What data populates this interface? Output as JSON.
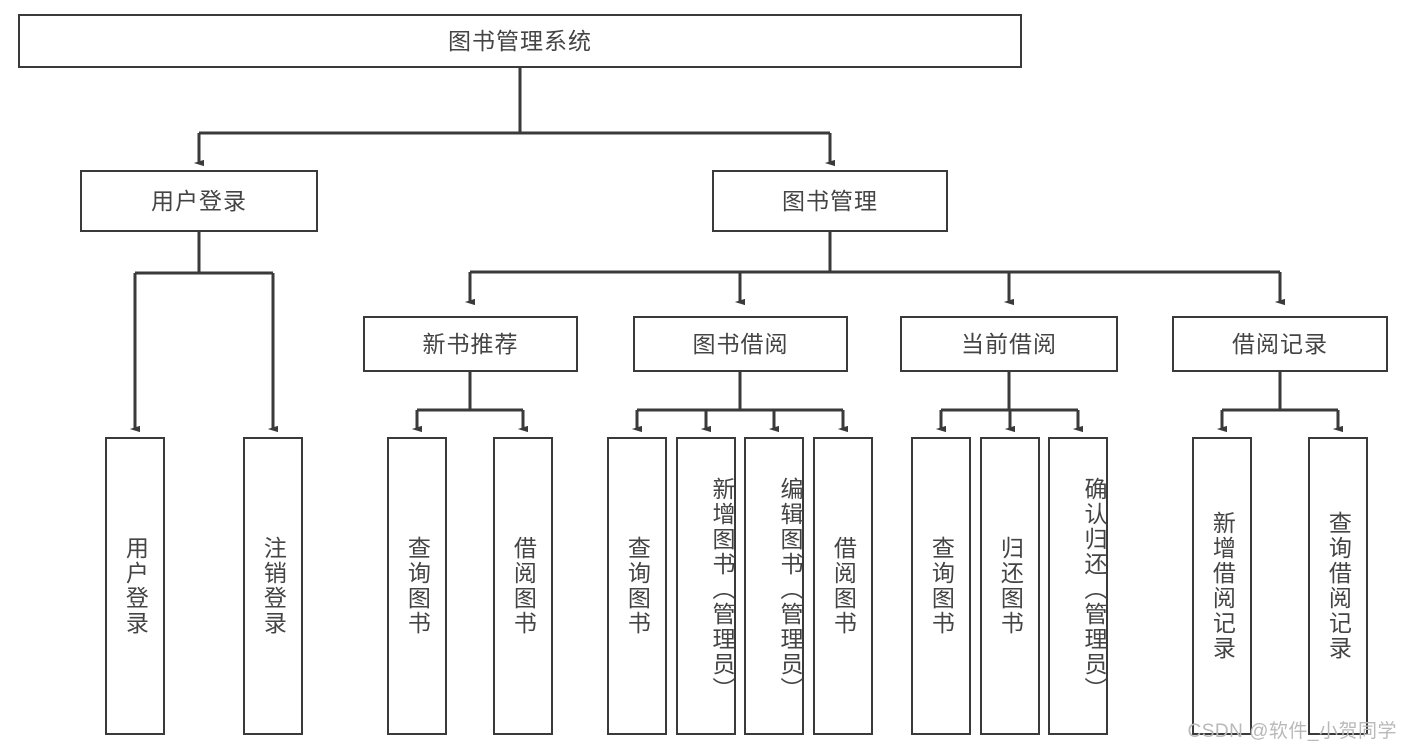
{
  "diagram": {
    "title": "图书管理系统",
    "type": "tree",
    "orientation": "top-down",
    "stroke_color": "#3a3a3a",
    "text_color": "#444444",
    "background_color": "#ffffff"
  },
  "nodes": {
    "root": {
      "label": "图书管理系统"
    },
    "level2": [
      {
        "label": "用户登录"
      },
      {
        "label": "图书管理"
      }
    ],
    "level3": [
      {
        "label": "新书推荐"
      },
      {
        "label": "图书借阅"
      },
      {
        "label": "当前借阅"
      },
      {
        "label": "借阅记录"
      }
    ],
    "leaves": {
      "user_login": [
        {
          "label": "用户登录"
        },
        {
          "label": "注销登录"
        }
      ],
      "new_book": [
        {
          "label": "查询图书"
        },
        {
          "label": "借阅图书"
        }
      ],
      "book_borrow": [
        {
          "label": "查询图书"
        },
        {
          "label": "新增图书（管理员）"
        },
        {
          "label": "编辑图书（管理员）"
        },
        {
          "label": "借阅图书"
        }
      ],
      "current_borrow": [
        {
          "label": "查询图书"
        },
        {
          "label": "归还图书"
        },
        {
          "label": "确认归还（管理员）"
        }
      ],
      "borrow_record": [
        {
          "label": "新增借阅记录"
        },
        {
          "label": "查询借阅记录"
        }
      ]
    }
  },
  "watermark": {
    "text": "CSDN @软件_小贺同学"
  }
}
